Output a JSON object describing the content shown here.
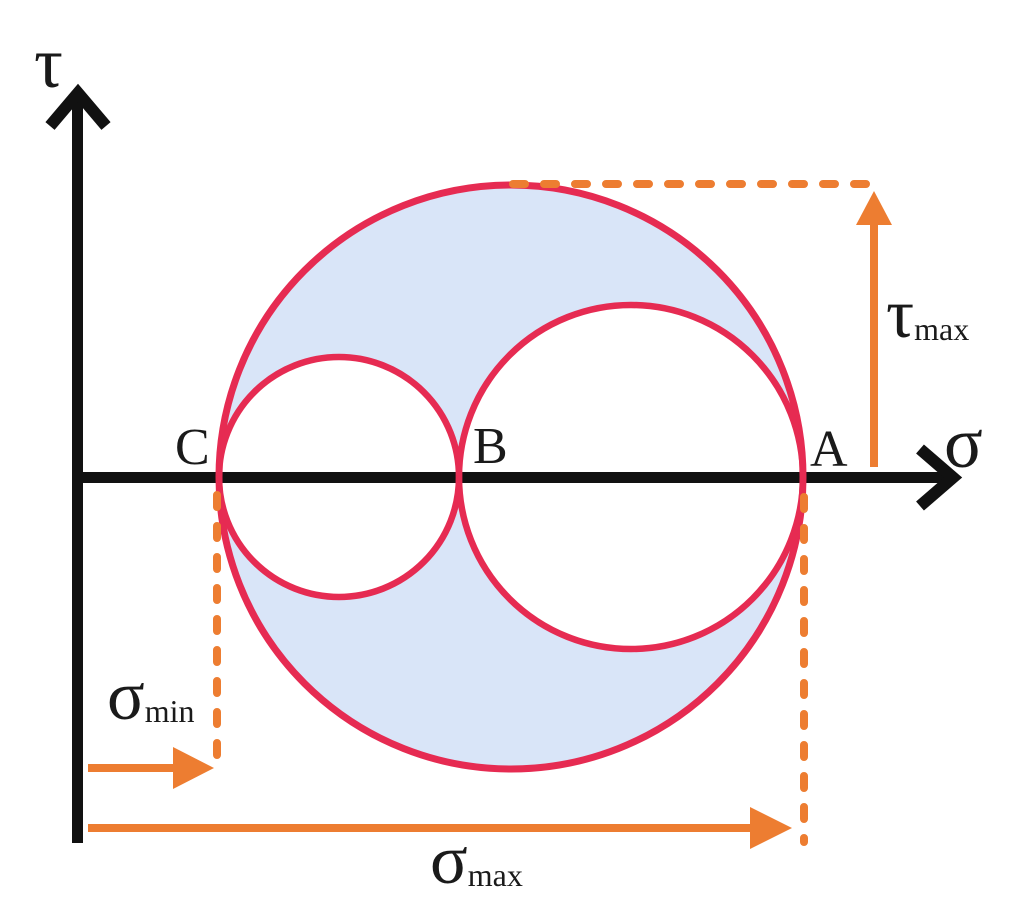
{
  "figure": {
    "axis_labels": {
      "vertical": "τ",
      "horizontal": "σ"
    },
    "point_labels": {
      "c": "C",
      "b": "B",
      "a": "A"
    },
    "annotations": {
      "tau_max": {
        "base": "τ",
        "sub": "max"
      },
      "sigma_min": {
        "base": "σ",
        "sub": "min"
      },
      "sigma_max": {
        "base": "σ",
        "sub": "max"
      }
    }
  },
  "colors": {
    "circle_stroke": "#e62b52",
    "region_fill": "#d9e5f8",
    "inner_fill": "#ffffff",
    "annotation_orange": "#ed7d31",
    "axis_color": "#111111",
    "background": "#ffffff",
    "label_color": "#1a1a1a"
  }
}
